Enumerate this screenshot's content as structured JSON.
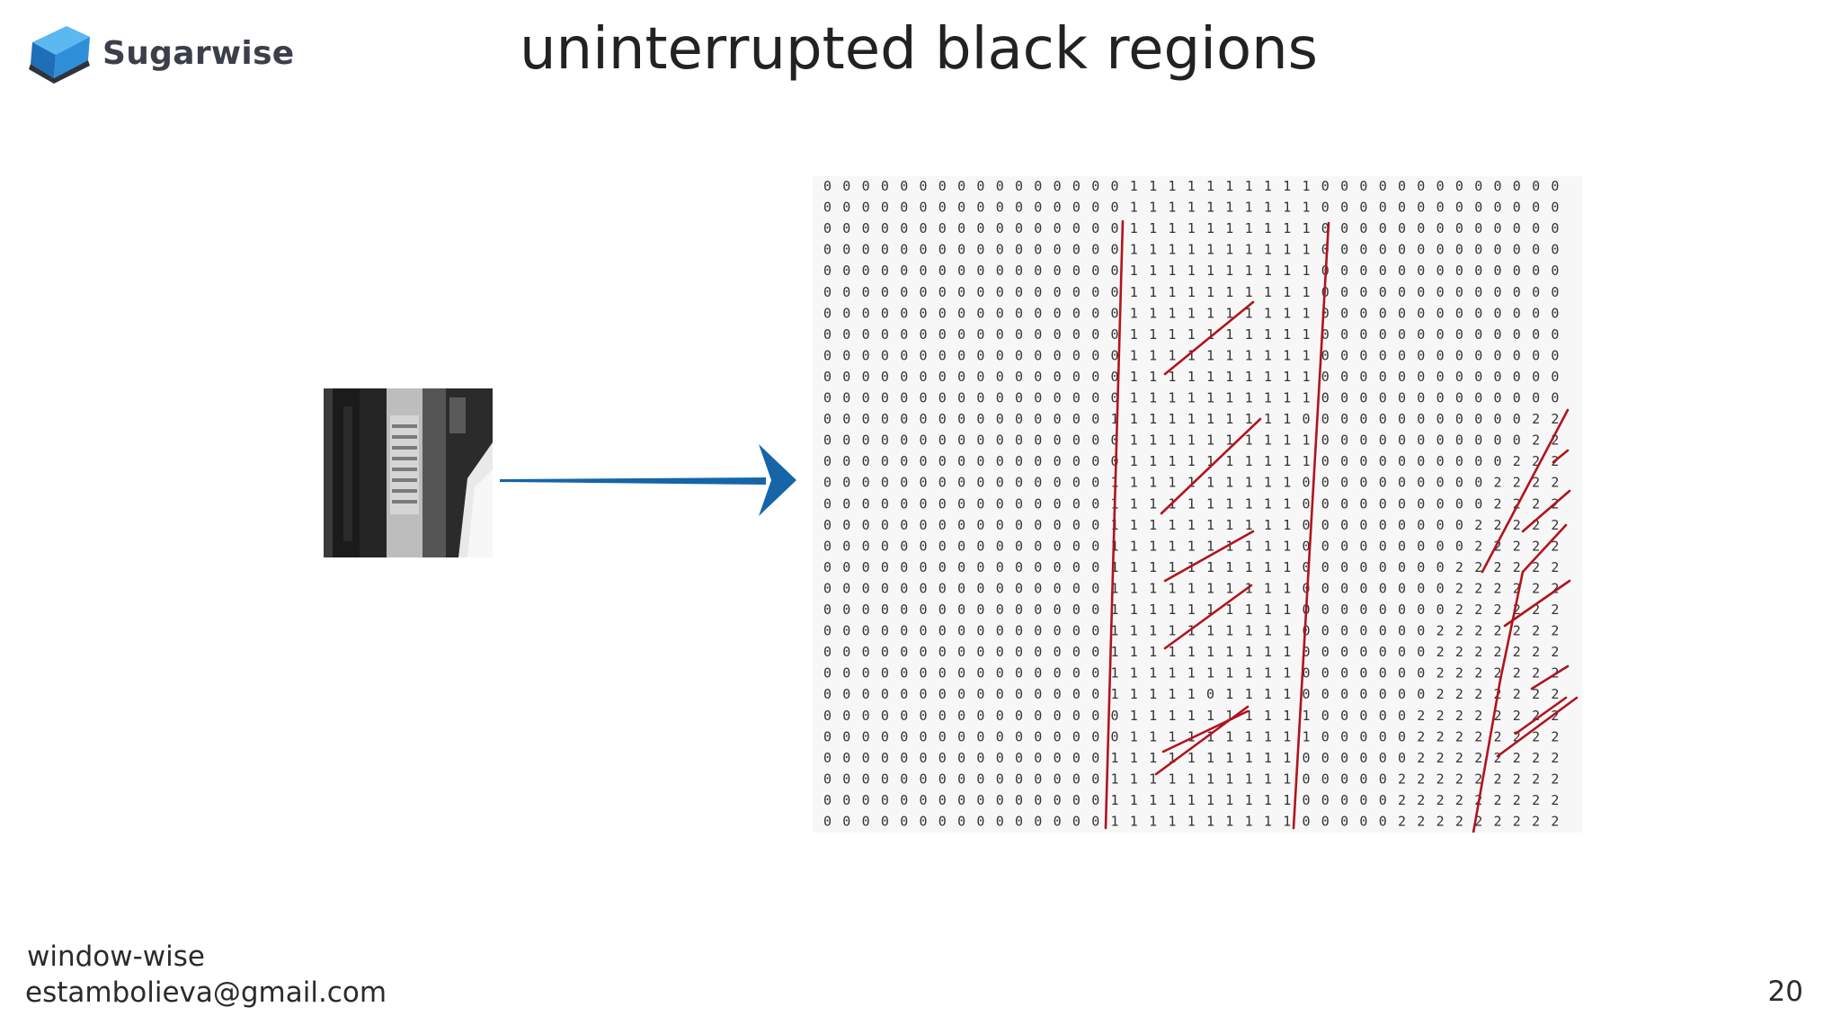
{
  "header": {
    "logo_name": "Sugarwise",
    "logo_icon": "cube-icon",
    "title": "uninterrupted black regions"
  },
  "figure": {
    "arrow_color": "#1565a8",
    "stroke_color": "#b0141e",
    "matrix_rows": [
      "000000000000000011111111110000000000000",
      "000000000000000011111111110000000000000",
      "000000000000000011111111110000000000000",
      "000000000000000011111111110000000000000",
      "000000000000000011111111110000000000000",
      "000000000000000011111111110000000000000",
      "000000000000000011111111110000000000000",
      "000000000000000011111111110000000000000",
      "000000000000000011111111110000000000000",
      "000000000000000011111111110000000000000",
      "000000000000000011111111110000000000000",
      "000000000000000111111111100000000000022",
      "000000000000000011111111110000000000022",
      "000000000000000011111111110000000000222",
      "000000000000000111111111100000000002222",
      "000000000000000111111111100000000002222",
      "000000000000000111111111100000000022222",
      "000000000000000111111111100000000022222",
      "000000000000000111111111100000000222222",
      "000000000000000111111111100000000222222",
      "000000000000000111111111100000000222222",
      "000000000000000111111111100000002222222",
      "000000000000000111111111100000002222222",
      "000000000000000111111111100000002222222",
      "000000000000000111110111100000002222222",
      "000000000000000011111111110000022222222",
      "000000000000000011111111110000022222222",
      "000000000000000111111111100000022222222",
      "000000000000000111111111100000222222222",
      "000000000000000111111111100000222222222",
      "000000000000000111111111100000222222222"
    ]
  },
  "footer": {
    "line1": "window-wise",
    "line2": "estambolieva@gmail.com",
    "page_number": "20"
  }
}
